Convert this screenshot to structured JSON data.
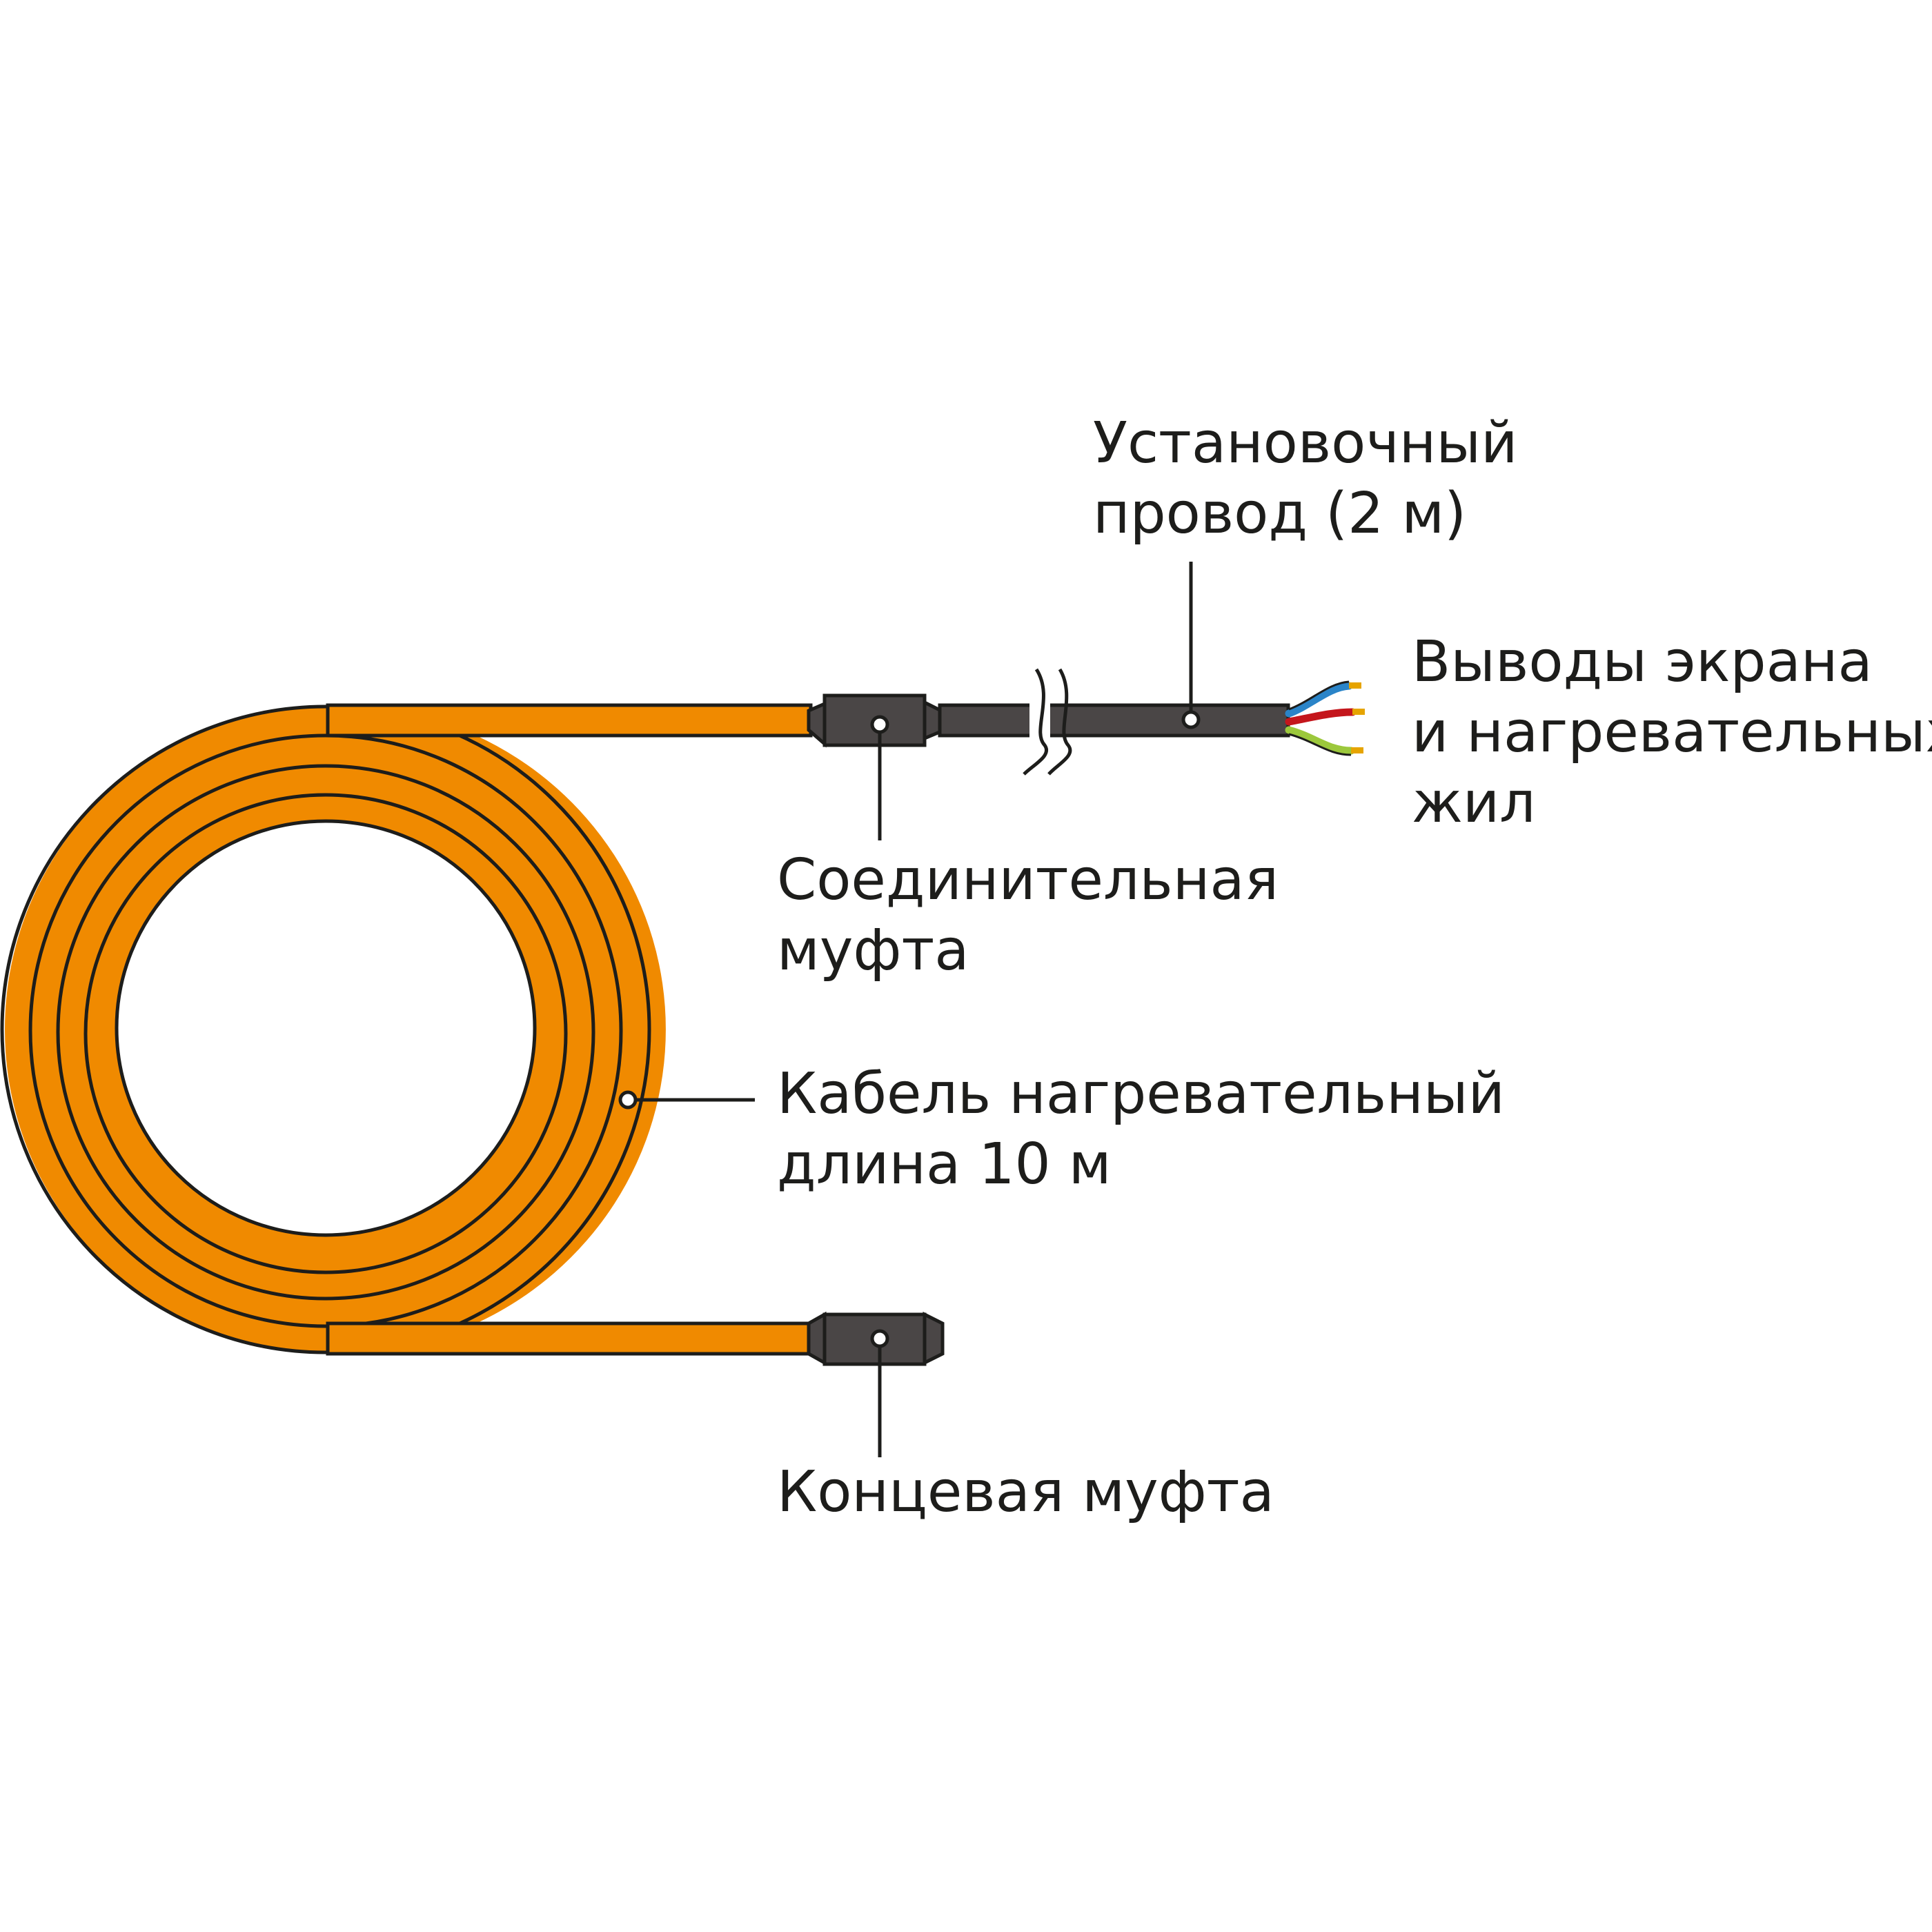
{
  "colors": {
    "cable": "#f08a00",
    "coupling": "#4a4646",
    "lead_wire": "#4a4646",
    "outline": "#1d1d1b",
    "core_blue": "#2a84c8",
    "core_red": "#c4161c",
    "core_green": "#9cc83c",
    "terminal": "#e6a400"
  },
  "labels": {
    "lead_wire": [
      "Установочный",
      "провод (2 м)"
    ],
    "terminals": [
      "Выводы экрана",
      "и нагревательных",
      "жил"
    ],
    "joint_coupling": [
      "Соединительная",
      "муфта"
    ],
    "heating_cable": [
      "Кабель нагревательный",
      "длина 10 м"
    ],
    "end_coupling": [
      "Концевая муфта"
    ]
  }
}
